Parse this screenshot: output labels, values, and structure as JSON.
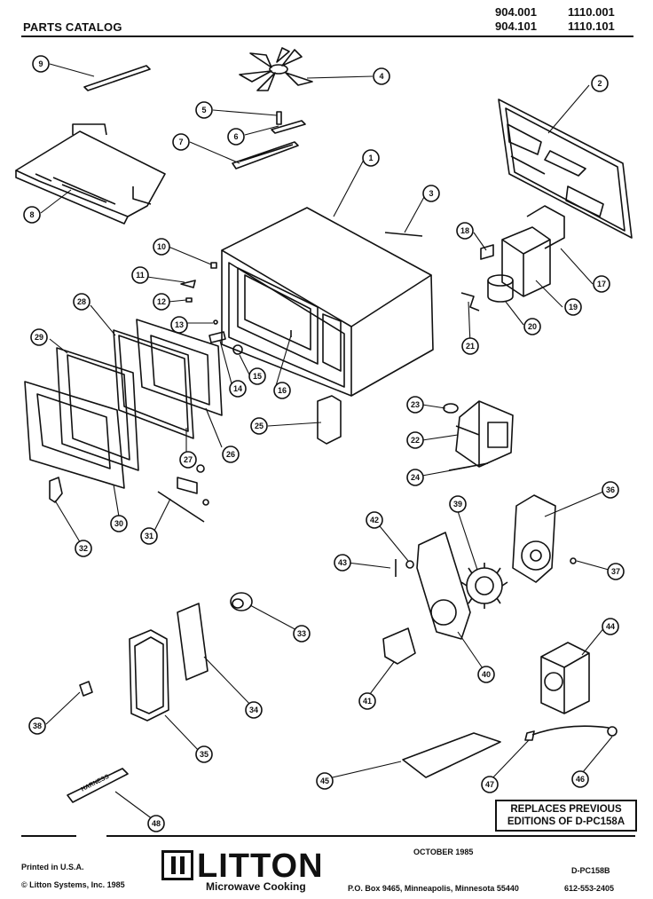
{
  "header": {
    "title": "PARTS CATALOG",
    "model_row1": [
      "904.001",
      "1110.001"
    ],
    "model_row2": [
      "904.101",
      "1110.101"
    ]
  },
  "callouts": [
    "1",
    "2",
    "3",
    "4",
    "5",
    "6",
    "7",
    "8",
    "9",
    "10",
    "11",
    "12",
    "13",
    "14",
    "15",
    "16",
    "17",
    "18",
    "19",
    "20",
    "21",
    "22",
    "23",
    "24",
    "25",
    "26",
    "27",
    "28",
    "29",
    "30",
    "31",
    "32",
    "33",
    "34",
    "35",
    "36",
    "37",
    "38",
    "39",
    "40",
    "41",
    "42",
    "43",
    "44",
    "45",
    "46",
    "47",
    "48"
  ],
  "parts_labels": {
    "harness": "HARNESS"
  },
  "replaces_box": {
    "line1": "REPLACES PREVIOUS",
    "line2_prefix": "EDITIONS OF",
    "line2_code": "D-PC158A"
  },
  "footer": {
    "date": "OCTOBER 1985",
    "doc_code": "D-PC158B",
    "printed": "Printed in U.S.A.",
    "copyright": "© Litton Systems, Inc. 1985",
    "brand": "LITTON",
    "brand_sub": "Microwave Cooking",
    "address": "P.O. Box 9465, Minneapolis, Minnesota 55440",
    "phone": "612-553-2405"
  }
}
